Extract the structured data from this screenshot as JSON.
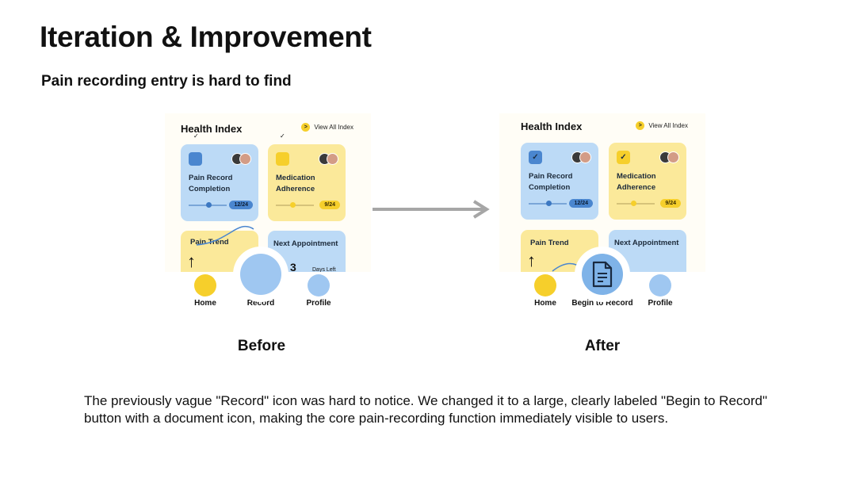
{
  "page": {
    "title": "Iteration & Improvement",
    "subtitle": "Pain recording entry is hard to find",
    "body": "The previously vague \"Record\" icon was hard to notice. We changed it to a large, clearly labeled \"Begin to Record\" button with a document icon, making the core pain-recording function immediately visible to users."
  },
  "before": {
    "caption": "Before",
    "header": "Health Index",
    "view_all": "View All Index",
    "view_all_icon": ">",
    "cards": [
      {
        "label": "Pain Record Completion",
        "badge": "12/24",
        "progress": 0.5
      },
      {
        "label": "Medication Adherence",
        "badge": "9/24",
        "progress": 0.375
      },
      {
        "label": "Pain Trend",
        "trend_icon": "↑"
      },
      {
        "label": "Next Appointment",
        "number": "3",
        "days_left": "Days Left"
      }
    ],
    "nav": {
      "home": "Home",
      "center": "Record",
      "profile": "Profile"
    }
  },
  "after": {
    "caption": "After",
    "header": "Health Index",
    "view_all": "View All Index",
    "view_all_icon": ">",
    "cards": [
      {
        "label": "Pain Record Completion",
        "badge": "12/24",
        "progress": 0.5
      },
      {
        "label": "Medication Adherence",
        "badge": "9/24",
        "progress": 0.375
      },
      {
        "label": "Pain Trend",
        "trend_icon": "↑"
      },
      {
        "label": "Next Appointment"
      }
    ],
    "nav": {
      "home": "Home",
      "center": "Begin to Record",
      "profile": "Profile"
    }
  },
  "colors": {
    "card_blue": "#bcdaf6",
    "card_yellow": "#fbe99a",
    "accent_yellow": "#f6cf2b",
    "accent_blue": "#4a86cf",
    "nav_blue": "#9fc7f1",
    "arrow_gray": "#a6a6a6"
  }
}
